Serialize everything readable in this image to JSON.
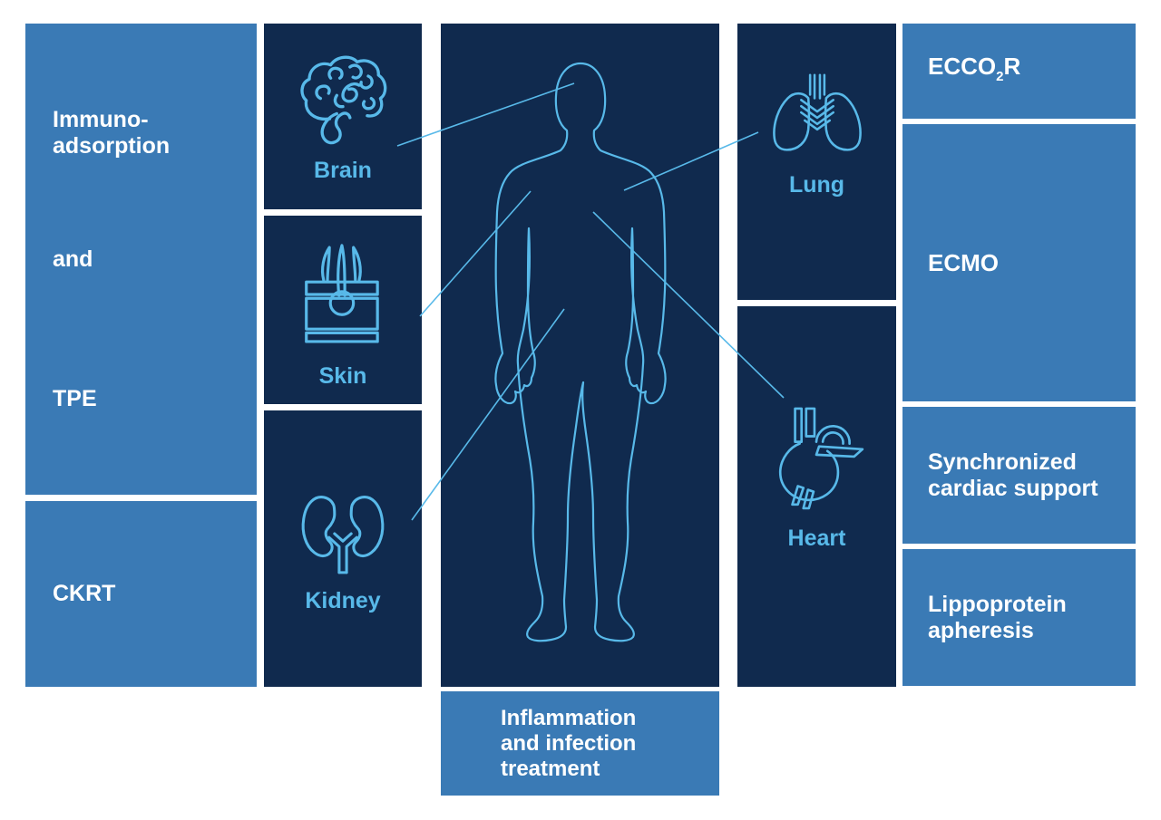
{
  "palette": {
    "background": "#ffffff",
    "panel_blue": "#3a7ab5",
    "panel_navy": "#102a4e",
    "accent_blue": "#58b9e9",
    "text_white": "#ffffff"
  },
  "left_column": {
    "immuno_line1": "Immuno-",
    "immuno_line2": "adsorption",
    "and_label": "and",
    "tpe_label": "TPE",
    "ckrt_label": "CKRT"
  },
  "organ_panels": {
    "brain": "Brain",
    "skin": "Skin",
    "kidney": "Kidney",
    "lung": "Lung",
    "heart": "Heart"
  },
  "right_column": {
    "ecco2r_prefix": "ECCO",
    "ecco2r_sub": "2",
    "ecco2r_suffix": "R",
    "ecmo_label": "ECMO",
    "sync_line1": "Synchronized",
    "sync_line2": "cardiac support",
    "lippo_line1": "Lippoprotein",
    "lippo_line2": "apheresis"
  },
  "treatment_box": {
    "line1": "Inflammation",
    "line2": "and infection",
    "line3": "treatment"
  }
}
